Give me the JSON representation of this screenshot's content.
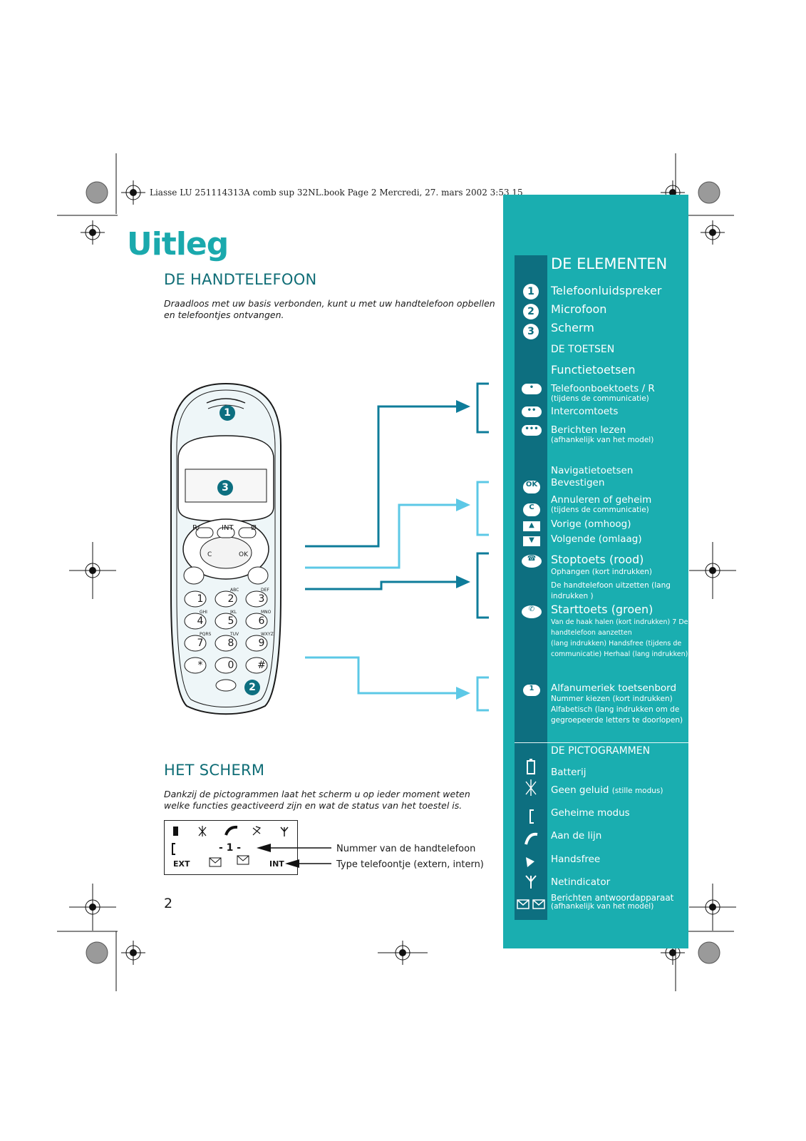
{
  "header_line": "Liasse LU 251114313A comb sup 32NL.book  Page 2  Mercredi, 27. mars 2002  3:53 15",
  "title": "Uitleg",
  "handset": {
    "heading": "DE HANDTELEFOON",
    "intro": "Draadloos met uw basis verbonden, kunt u met uw handtelefoon opbellen en telefoontjes ontvangen.",
    "callouts": [
      "1",
      "2",
      "3"
    ],
    "key_labels": {
      "r": "R/",
      "int": "INT",
      "mute": "Ø",
      "c": "C",
      "ok": "OK"
    },
    "keypad": [
      "1",
      "2",
      "3",
      "4",
      "5",
      "6",
      "7",
      "8",
      "9",
      "*",
      "0",
      "#"
    ],
    "key_letters": [
      "",
      "ABC",
      "DEF",
      "GHI",
      "JKL",
      "MNO",
      "PQRS",
      "TUV",
      "WXYZ",
      "",
      "",
      ""
    ]
  },
  "screen_section": {
    "heading": "HET SCHERM",
    "intro": "Dankzij de pictogrammen laat het scherm u op ieder moment weten welke functies geactiveerd zijn en wat de status van het toestel is.",
    "display_number": "- 1 -",
    "ext_label": "EXT",
    "int_label": "INT",
    "arrow_label_1": "Nummer van de handtelefoon",
    "arrow_label_2": "Type telefoontje (extern, intern)"
  },
  "page_number": "2",
  "elements": {
    "heading": "DE ELEMENTEN",
    "items": [
      {
        "num": "1",
        "label": "Telefoonluidspreker"
      },
      {
        "num": "2",
        "label": "Microfoon"
      },
      {
        "num": "3",
        "label": "Scherm"
      }
    ],
    "keys_heading": "DE TOETSEN",
    "function_keys_heading": "Functietoetsen",
    "phonebook": "Telefoonboektoets / R",
    "phonebook_sub": "(tijdens de communicatie)",
    "intercom": "Intercomtoets",
    "messages": "Berichten lezen",
    "messages_sub": "(afhankelijk van het model)",
    "nav_heading": "Navigatietoetsen",
    "confirm": "Bevestigen",
    "cancel": "Annuleren of geheim",
    "cancel_sub": "(tijdens de communicatie)",
    "up": "Vorige (omhoog)",
    "down": "Volgende (omlaag)",
    "stop": "Stoptoets (rood)",
    "stop_sub": [
      "Ophangen (kort indrukken)",
      "De handtelefoon uitzetten (lang",
      "indrukken )"
    ],
    "start": "Starttoets (groen)",
    "start_sub": [
      "Van de haak halen (kort indrukken) 7 De",
      "handtelefoon aanzetten",
      "(lang indrukken) Handsfree (tijdens de",
      "communicatie) Herhaal (lang indrukken)"
    ],
    "alpha": "Alfanumeriek toetsenbord",
    "alpha_sub": [
      "Nummer kiezen (kort indrukken)",
      "Alfabetisch (lang indrukken om de",
      "gegroepeerde letters te doorlopen)"
    ],
    "key_icon_ok": "OK",
    "key_icon_c": "C",
    "key_icon_1": "1"
  },
  "pictograms": {
    "heading": "DE PICTOGRAMMEN",
    "battery": "Batterij",
    "silent": "Geen geluid",
    "silent_sub": "(stille modus)",
    "secret": "Geheime modus",
    "online": "Aan de lijn",
    "handsfree": "Handsfree",
    "network": "Netindicator",
    "answering": "Berichten antwoordapparaat",
    "answering_sub": "(afhankelijk van het model)"
  },
  "colors": {
    "teal": "#1aaeb0",
    "dark_teal": "#0d6f80",
    "title": "#1aa9ad",
    "arrow_dark": "#0e7c9a",
    "arrow_light": "#5cc8e6"
  }
}
